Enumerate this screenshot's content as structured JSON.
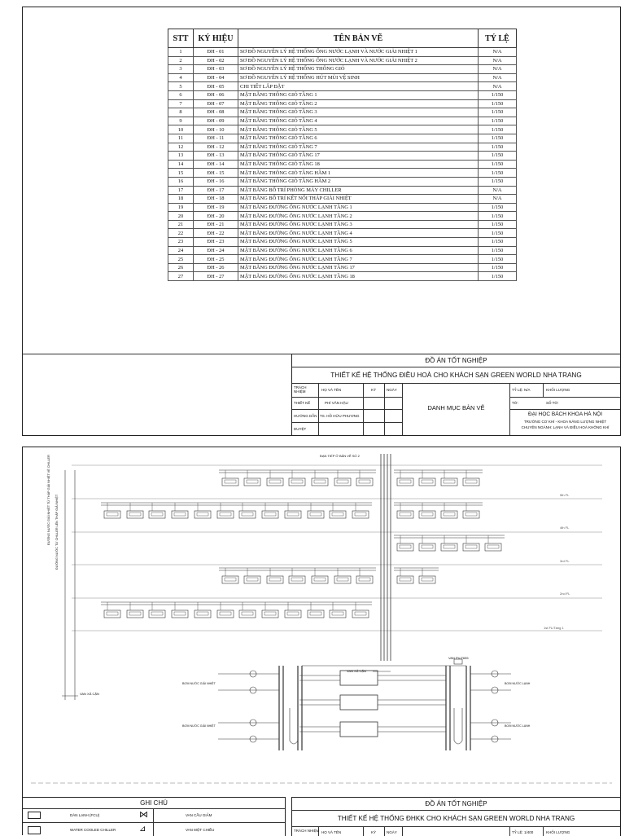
{
  "sheet1": {
    "table": {
      "headers": [
        "STT",
        "KÝ HIỆU",
        "TÊN BẢN VẼ",
        "TỶ LỆ"
      ],
      "rows": [
        [
          "1",
          "ĐH - 01",
          "SƠ ĐỒ NGUYÊN LÝ HỆ THỐNG ỐNG NƯỚC LẠNH VÀ NƯỚC GIẢI NHIỆT 1",
          "N/A"
        ],
        [
          "2",
          "ĐH - 02",
          "SƠ ĐỒ NGUYÊN LÝ HỆ THỐNG ỐNG NƯỚC LẠNH VÀ NƯỚC GIẢI NHIỆT 2",
          "N/A"
        ],
        [
          "3",
          "ĐH - 03",
          "SƠ ĐỒ NGUYÊN LÝ HỆ THỐNG THÔNG GIÓ",
          "N/A"
        ],
        [
          "4",
          "ĐH - 04",
          "SƠ ĐỒ NGUYÊN LÝ HỆ THỐNG HÚT MÙI VỆ SINH",
          "N/A"
        ],
        [
          "5",
          "ĐH - 05",
          "CHI TIẾT LẮP ĐẶT",
          "N/A"
        ],
        [
          "6",
          "ĐH - 06",
          "MẶT BẰNG THÔNG GIÓ TẦNG 1",
          "1/150"
        ],
        [
          "7",
          "ĐH - 07",
          "MẶT BẰNG THÔNG GIÓ TẦNG 2",
          "1/150"
        ],
        [
          "8",
          "ĐH - 08",
          "MẶT BẰNG THÔNG GIÓ TẦNG 3",
          "1/150"
        ],
        [
          "9",
          "ĐH - 09",
          "MẶT BẰNG THÔNG GIÓ TẦNG 4",
          "1/150"
        ],
        [
          "10",
          "ĐH - 10",
          "MẶT BẰNG THÔNG GIÓ TẦNG 5",
          "1/150"
        ],
        [
          "11",
          "ĐH - 11",
          "MẶT BẰNG THÔNG GIÓ TẦNG 6",
          "1/150"
        ],
        [
          "12",
          "ĐH - 12",
          "MẶT BẰNG THÔNG GIÓ TẦNG 7",
          "1/150"
        ],
        [
          "13",
          "ĐH - 13",
          "MẶT BẰNG THÔNG GIÓ TẦNG 17",
          "1/150"
        ],
        [
          "14",
          "ĐH - 14",
          "MẶT BẰNG THÔNG GIÓ TẦNG 18",
          "1/150"
        ],
        [
          "15",
          "ĐH - 15",
          "MẶT BẰNG THÔNG GIÓ TẦNG HẦM 1",
          "1/150"
        ],
        [
          "16",
          "ĐH - 16",
          "MẶT BẰNG THÔNG GIÓ TẦNG HẦM 2",
          "1/150"
        ],
        [
          "17",
          "ĐH - 17",
          "MẶT BẰNG BỐ TRÍ PHÒNG MÁY CHILLER",
          "N/A"
        ],
        [
          "18",
          "ĐH - 18",
          "MẶT BẰNG BỐ TRÍ KẾT NỐI THÁP GIẢI NHIỆT",
          "N/A"
        ],
        [
          "19",
          "ĐH - 19",
          "MẶT BẰNG ĐƯỜNG ỐNG NƯỚC LẠNH TẦNG 1",
          "1/150"
        ],
        [
          "20",
          "ĐH - 20",
          "MẶT BẰNG ĐƯỜNG ỐNG NƯỚC LẠNH TẦNG 2",
          "1/150"
        ],
        [
          "21",
          "ĐH - 21",
          "MẶT BẰNG ĐƯỜNG ỐNG NƯỚC LẠNH TẦNG 3",
          "1/150"
        ],
        [
          "22",
          "ĐH - 22",
          "MẶT BẰNG ĐƯỜNG ỐNG NƯỚC LẠNH TẦNG 4",
          "1/150"
        ],
        [
          "23",
          "ĐH - 23",
          "MẶT BẰNG ĐƯỜNG ỐNG NƯỚC LẠNH TẦNG 5",
          "1/150"
        ],
        [
          "24",
          "ĐH - 24",
          "MẶT BẰNG ĐƯỜNG ỐNG NƯỚC LẠNH TẦNG 6",
          "1/150"
        ],
        [
          "25",
          "ĐH - 25",
          "MẶT BẰNG ĐƯỜNG ỐNG NƯỚC LẠNH TẦNG 7",
          "1/150"
        ],
        [
          "26",
          "ĐH - 26",
          "MẶT BẰNG ĐƯỜNG ỐNG NƯỚC LẠNH TẦNG 17",
          "1/150"
        ],
        [
          "27",
          "ĐH - 27",
          "MẶT BẰNG ĐƯỜNG ỐNG NƯỚC LẠNH TẦNG 18",
          "1/150"
        ]
      ]
    },
    "titleblock": {
      "header": "ĐỒ ÁN TỐT NGHIỆP",
      "project": "THIẾT KẾ HỆ THỐNG ĐIỀU HOÀ CHO KHÁCH SẠN GREEN WORLD NHA TRANG",
      "col_role": "TRÁCH NHIỆM",
      "col_name": "HỌ VÀ TÊN",
      "col_sign": "KÝ",
      "col_date": "NGÀY",
      "role_design": "THIẾT KẾ",
      "name_design": "PHÍ VĂN HẬU",
      "role_guide": "HƯỚNG DẪN",
      "name_guide": "TS. HỒ HỮU PHƯƠNG",
      "role_approve": "DUYỆT",
      "drawing_name": "DANH MỤC BẢN VẼ",
      "scale": "TỶ LỆ: N/A",
      "quantity": "KHỐI LƯỢNG",
      "sheet_no": "TỜ:",
      "sheet_count": "SỐ TỜ:",
      "university": "ĐẠI HỌC BÁCH KHOA HÀ NỘI",
      "school": "TRƯỜNG CƠ KHÍ - KHOA NĂNG LƯỢNG NHIỆT",
      "major": "CHUYÊN NGÀNH: LẠNH VÀ ĐIỀU HOÀ KHÔNG KHÍ"
    }
  },
  "sheet2": {
    "labels": {
      "top_note": "ĐẠN TIẾP Ở BẢN VẼ SỐ 2",
      "drain1": "VAN XẢ CẶN",
      "drain2": "VAN XẢ CẶN",
      "pressure_valve": "VAN PV-F655",
      "left_vertical_1": "ĐƯỜNG NƯỚC GIẢI NHIỆT TỪ THÁP GIẢI NHIỆT VỀ CHILLER",
      "left_vertical_2": "ĐƯỜNG NƯỚC TỪ CHILLER LÊN THÁP GIẢI NHIỆT",
      "chiller_label": "WATER COOLED CHILLER",
      "floor_5": "5th FL",
      "floor_4": "4th FL",
      "floor_3": "3rd FL",
      "floor_2": "2nd FL",
      "floor_1": "1st FL/Tầng 1",
      "pump_left_a": "BƠM NƯỚC GIẢI NHIỆT",
      "pump_left_b": "BƠM NƯỚC GIẢI NHIỆT",
      "pump_right_a": "BƠM NƯỚC LẠNH",
      "pump_right_b": "BƠM NƯỚC LẠNH"
    },
    "legend": {
      "title": "GHI CHÚ",
      "item1": "DÀN LẠNH (FCU)",
      "item2": "VAN CẦU GIẢM",
      "item3": "WATER COOLED CHILLER",
      "item4": "VAN MỘT CHIỀU"
    },
    "titleblock": {
      "header": "ĐỒ ÁN TỐT NGHIỆP",
      "project": "THIẾT KẾ HỆ THỐNG ĐHKK CHO KHÁCH SẠN GREEN WORLD NHA TRANG",
      "col_role": "TRÁCH NHIỆM",
      "col_name": "HỌ VÀ TÊN",
      "col_sign": "KÝ",
      "col_date": "NGÀY",
      "scale": "TỶ LỆ: 1/400",
      "quantity": "KHỐI LƯỢNG"
    }
  }
}
